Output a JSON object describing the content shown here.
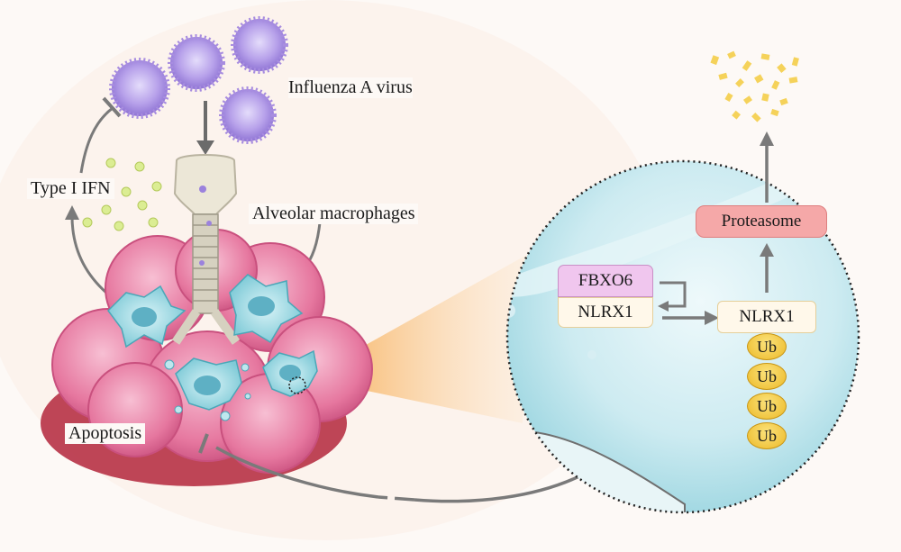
{
  "labels": {
    "virus": "Influenza A virus",
    "ifn": "Type I IFN",
    "macrophages": "Alveolar macrophages",
    "apoptosis": "Apoptosis"
  },
  "inset": {
    "fbxo6": "FBXO6",
    "nlrx1_bound": "NLRX1",
    "nlrx1_ub": "NLRX1",
    "proteasome": "Proteasome",
    "ubiquitin": [
      "Ub",
      "Ub",
      "Ub",
      "Ub"
    ]
  },
  "colors": {
    "lung_pink": "#e87aa0",
    "macrophage": "#9ad9e3",
    "inset_cyan": "#bfe7ee",
    "fbxo6_fill": "#f0c6ee",
    "proteasome_fill": "#f5a8a8",
    "ub_fill": "#f3cc4a",
    "virus_purple": "#a98fe0"
  }
}
